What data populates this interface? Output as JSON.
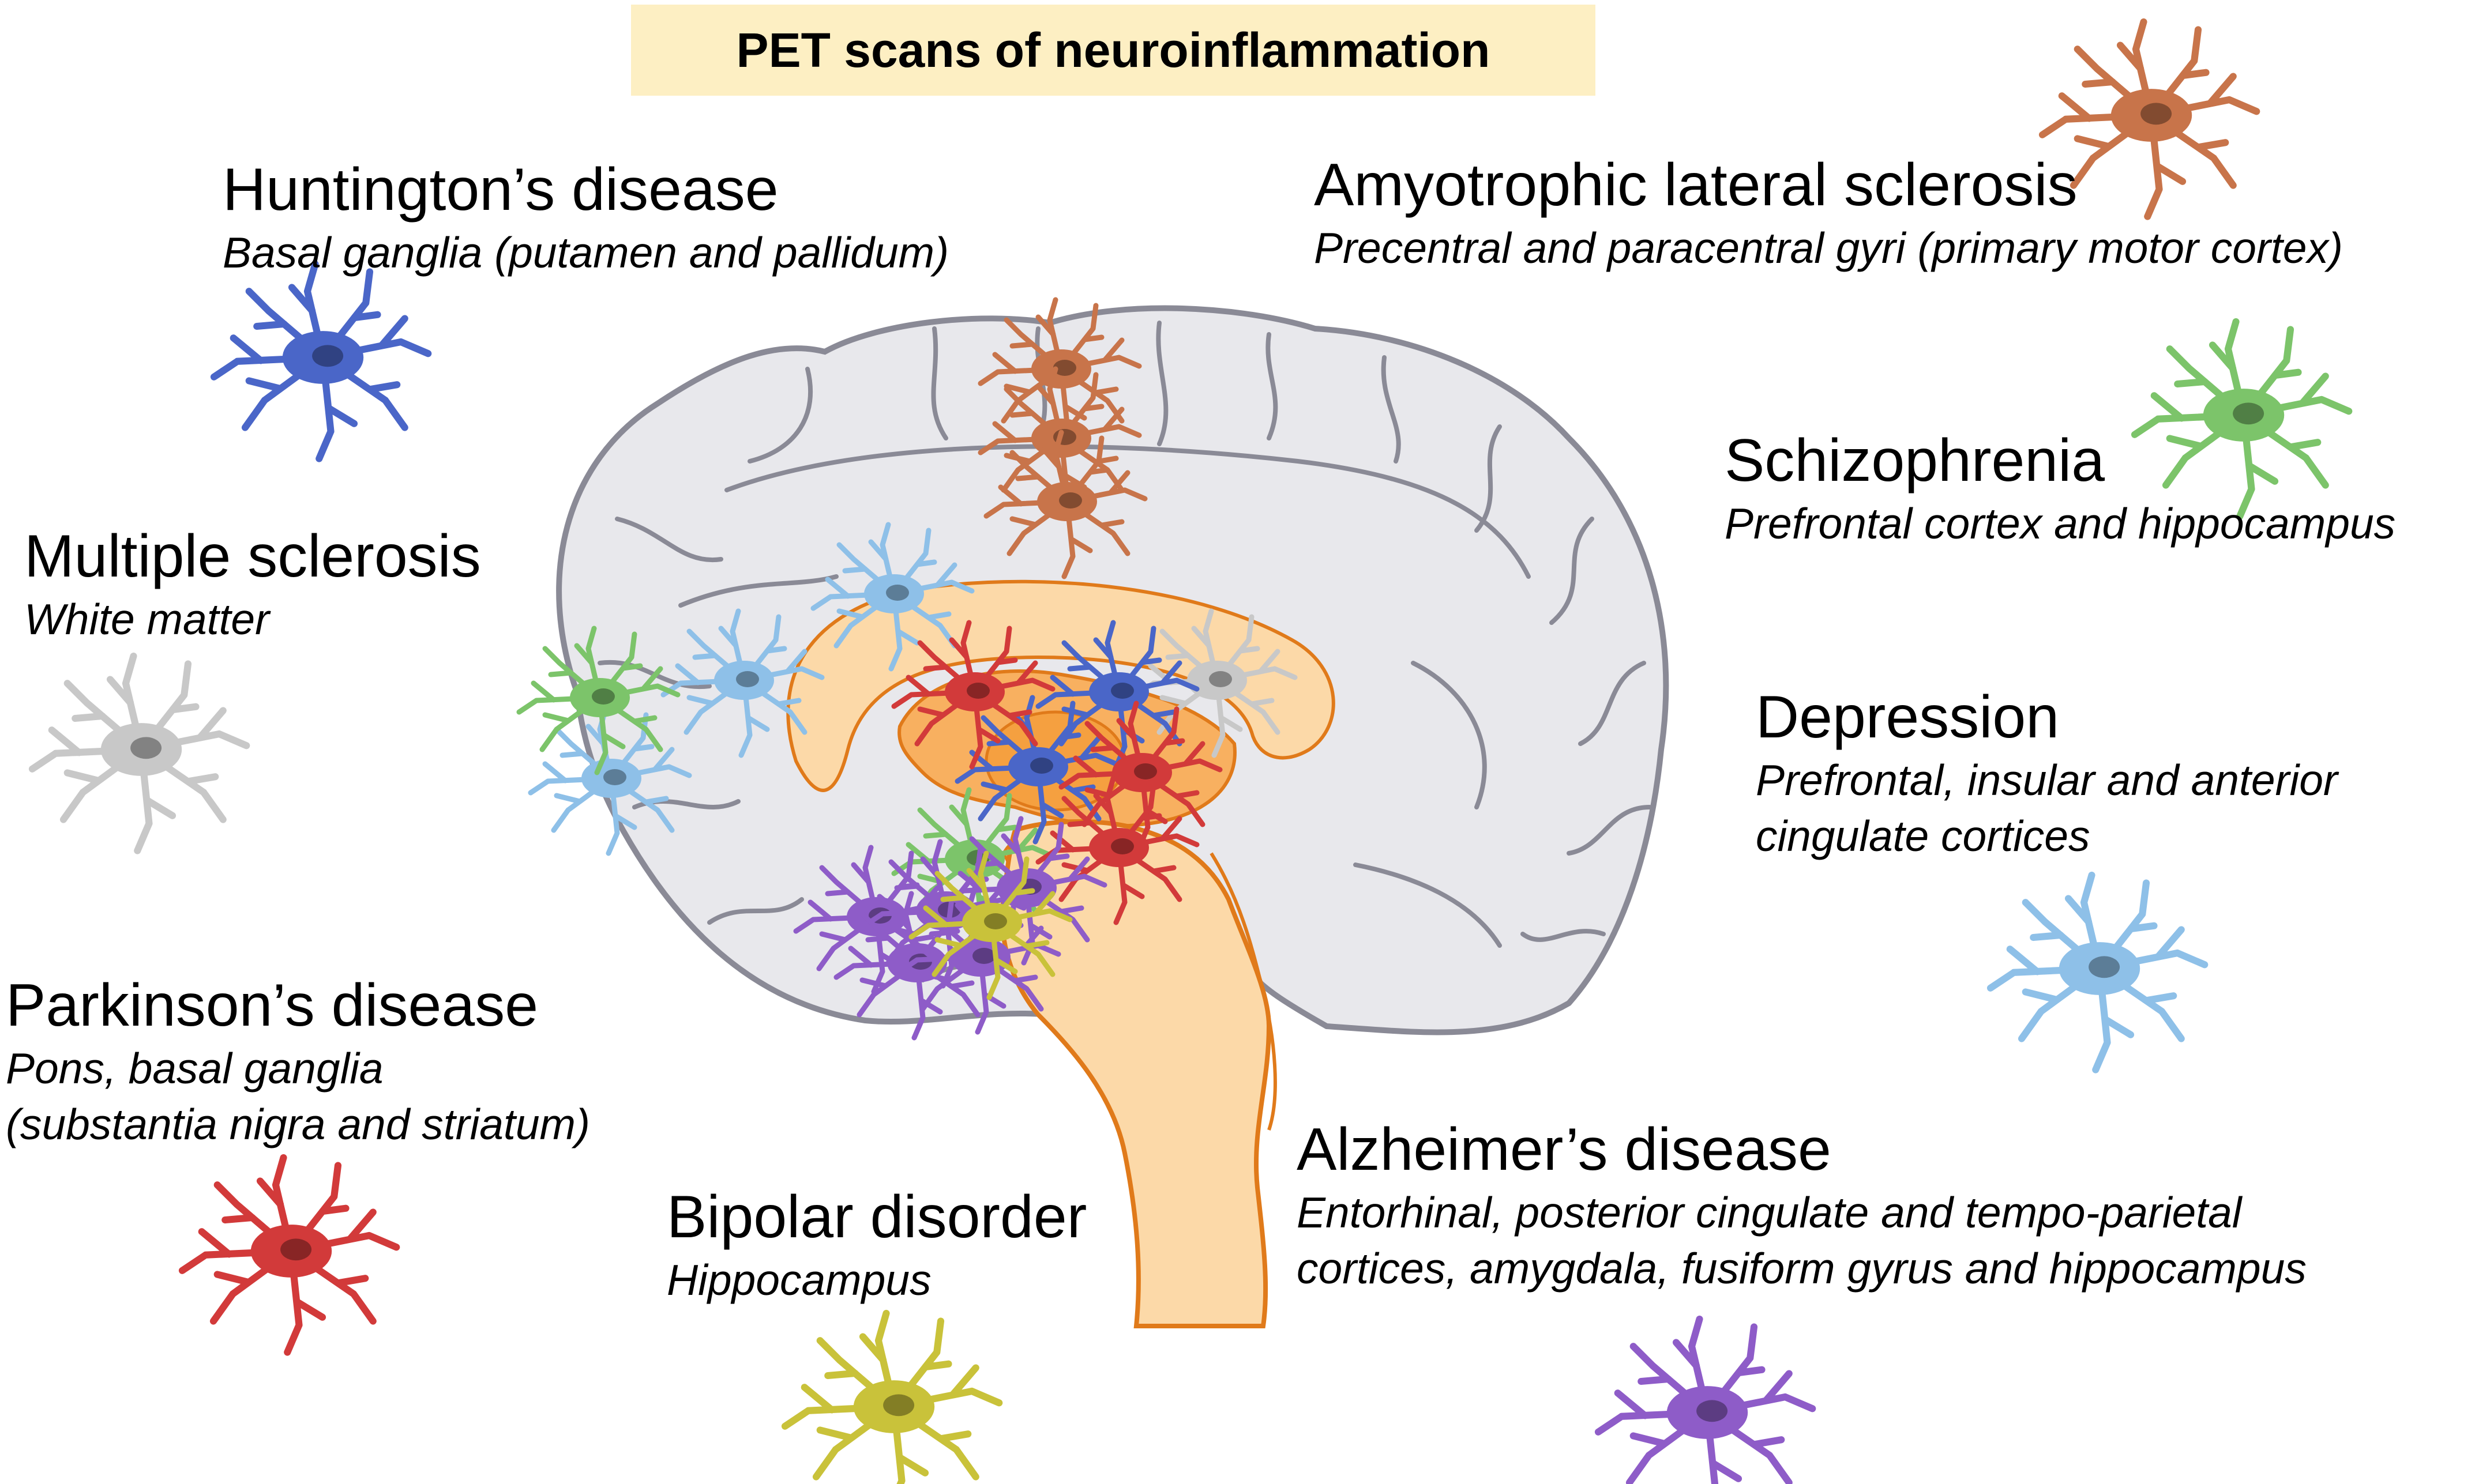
{
  "title": "PET scans of neuroinflammation",
  "diseases": [
    {
      "name": "Huntington’s disease",
      "regions": [
        "Basal ganglia (putamen and pallidum)"
      ],
      "color": "#4a66c8"
    },
    {
      "name": "Amyotrophic lateral sclerosis",
      "regions": [
        "Precentral and paracentral gyri (primary motor cortex)"
      ],
      "color": "#c8744a"
    },
    {
      "name": "Schizophrenia",
      "regions": [
        "Prefrontal cortex and hippocampus"
      ],
      "color": "#7cc46a"
    },
    {
      "name": "Multiple sclerosis",
      "regions": [
        "White matter"
      ],
      "color": "#c8c8c8"
    },
    {
      "name": "Depression",
      "regions": [
        "Prefrontal, insular and anterior",
        "cingulate cortices"
      ],
      "color": "#8ec0e8"
    },
    {
      "name": "Parkinson’s disease",
      "regions": [
        "Pons, basal ganglia",
        "(substantia nigra and striatum)"
      ],
      "color": "#d23a3a"
    },
    {
      "name": "Bipolar disorder",
      "regions": [
        "Hippocampus"
      ],
      "color": "#c9c23a"
    },
    {
      "name": "Alzheimer’s disease",
      "regions": [
        "Entorhinal, posterior cingulate and tempo-parietal",
        "cortices, amygdala, fusiform gyrus and hippocampus"
      ],
      "color": "#8e5cc8"
    }
  ],
  "colors": {
    "title_bg": "#fdefc3",
    "brain_fill": "#e8e8ec",
    "brain_outline": "#8a8a96",
    "corpus_fill": "#fcd9a8",
    "deep_fill": "#f8b060",
    "deep_outline": "#e07a1a"
  }
}
